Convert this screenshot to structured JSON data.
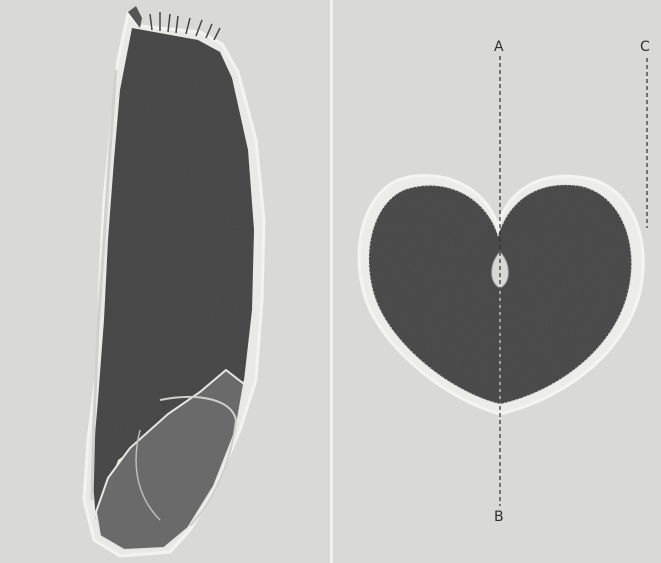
{
  "figure": {
    "labels": {
      "a": "A",
      "b": "B",
      "c": "C"
    },
    "colors": {
      "background": "#d8d8d4",
      "seed_dark": "#3e3e3e",
      "seed_mid": "#5a5a5a",
      "outline": "#eeeeea"
    }
  }
}
